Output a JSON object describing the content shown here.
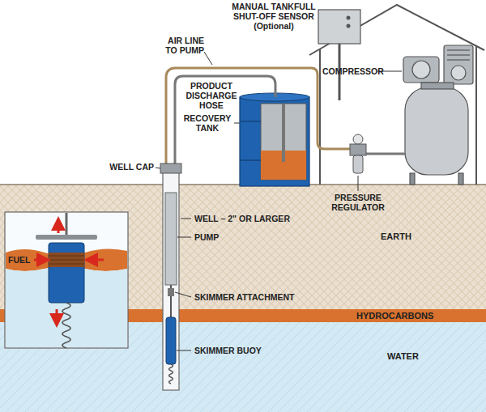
{
  "diagram": {
    "nodes": [
      {
        "text": [
          "EARTH"
        ]
      },
      {
        "text": [
          "HYDROCARBONS"
        ]
      },
      {
        "text": [
          "WATER"
        ]
      }
    ],
    "labels": [
      "MANUAL TANKFULL SHUT-OFF SENSOR (Optional)",
      "AIR LINE TO PUMP",
      "COMPRESSOR",
      "PRODUCT DISCHARGE HOSE",
      "RECOVERY TANK",
      "WELL CAP",
      "PRESSURE REGULATOR",
      "WELL – 2\" OR LARGER",
      "PUMP",
      "FUEL",
      "SKIMMER ATTACHMENT",
      "SKIMMER BUOY"
    ]
  }
}
